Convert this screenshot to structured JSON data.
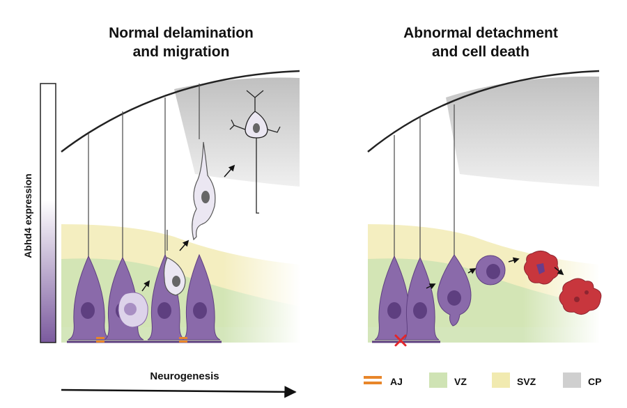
{
  "left_panel": {
    "title": "Normal delamination\nand migration"
  },
  "right_panel": {
    "title": "Abnormal detachment\nand cell death"
  },
  "gradient_bar": {
    "label": "Abhd4 expression",
    "color_low": "#ffffff",
    "color_high": "#7b5a9e"
  },
  "axis": {
    "label": "Neurogenesis"
  },
  "legend": [
    {
      "key": "aj",
      "label": "AJ",
      "color": "#e8862a"
    },
    {
      "key": "vz",
      "label": "VZ",
      "color": "#cfe3b4"
    },
    {
      "key": "svz",
      "label": "SVZ",
      "color": "#f1eab0"
    },
    {
      "key": "cp",
      "label": "CP",
      "color": "#cfcfcf"
    }
  ],
  "colors": {
    "cell_fill": "#8a6aaa",
    "cell_nucleus": "#5e3f80",
    "migrating_cell": "#ebe7f2",
    "dying_cell": "#c8363d",
    "cross_mark": "#e3262b"
  }
}
